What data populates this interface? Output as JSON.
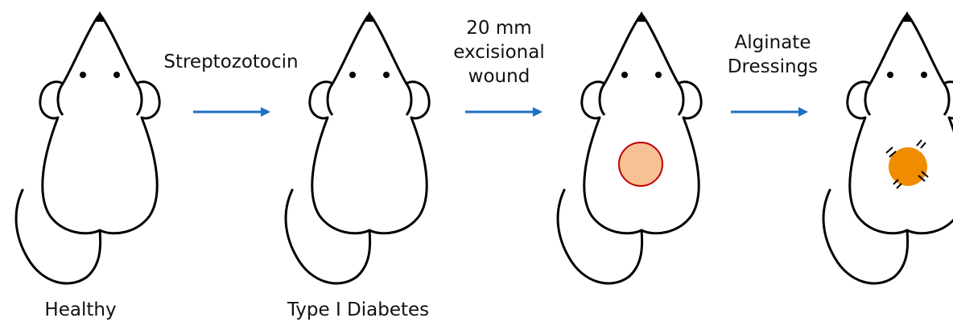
{
  "steps": [
    {
      "label": "Healthy",
      "wound": "none"
    },
    {
      "label": "Type I Diabetes",
      "wound": "none"
    },
    {
      "label": "",
      "wound": "open"
    },
    {
      "label": "",
      "wound": "dressed"
    }
  ],
  "arrows": [
    {
      "lines": [
        "Streptozotocin"
      ]
    },
    {
      "lines": [
        "20 mm",
        "excisional",
        "wound"
      ]
    },
    {
      "lines": [
        "Alginate",
        "Dressings"
      ]
    }
  ],
  "colors": {
    "arrow": "#1f6fc5",
    "mouse_outline": "#000000",
    "wound_fill": "#f8c195",
    "wound_border": "#c00000",
    "dressing_fill": "#f08c00"
  }
}
